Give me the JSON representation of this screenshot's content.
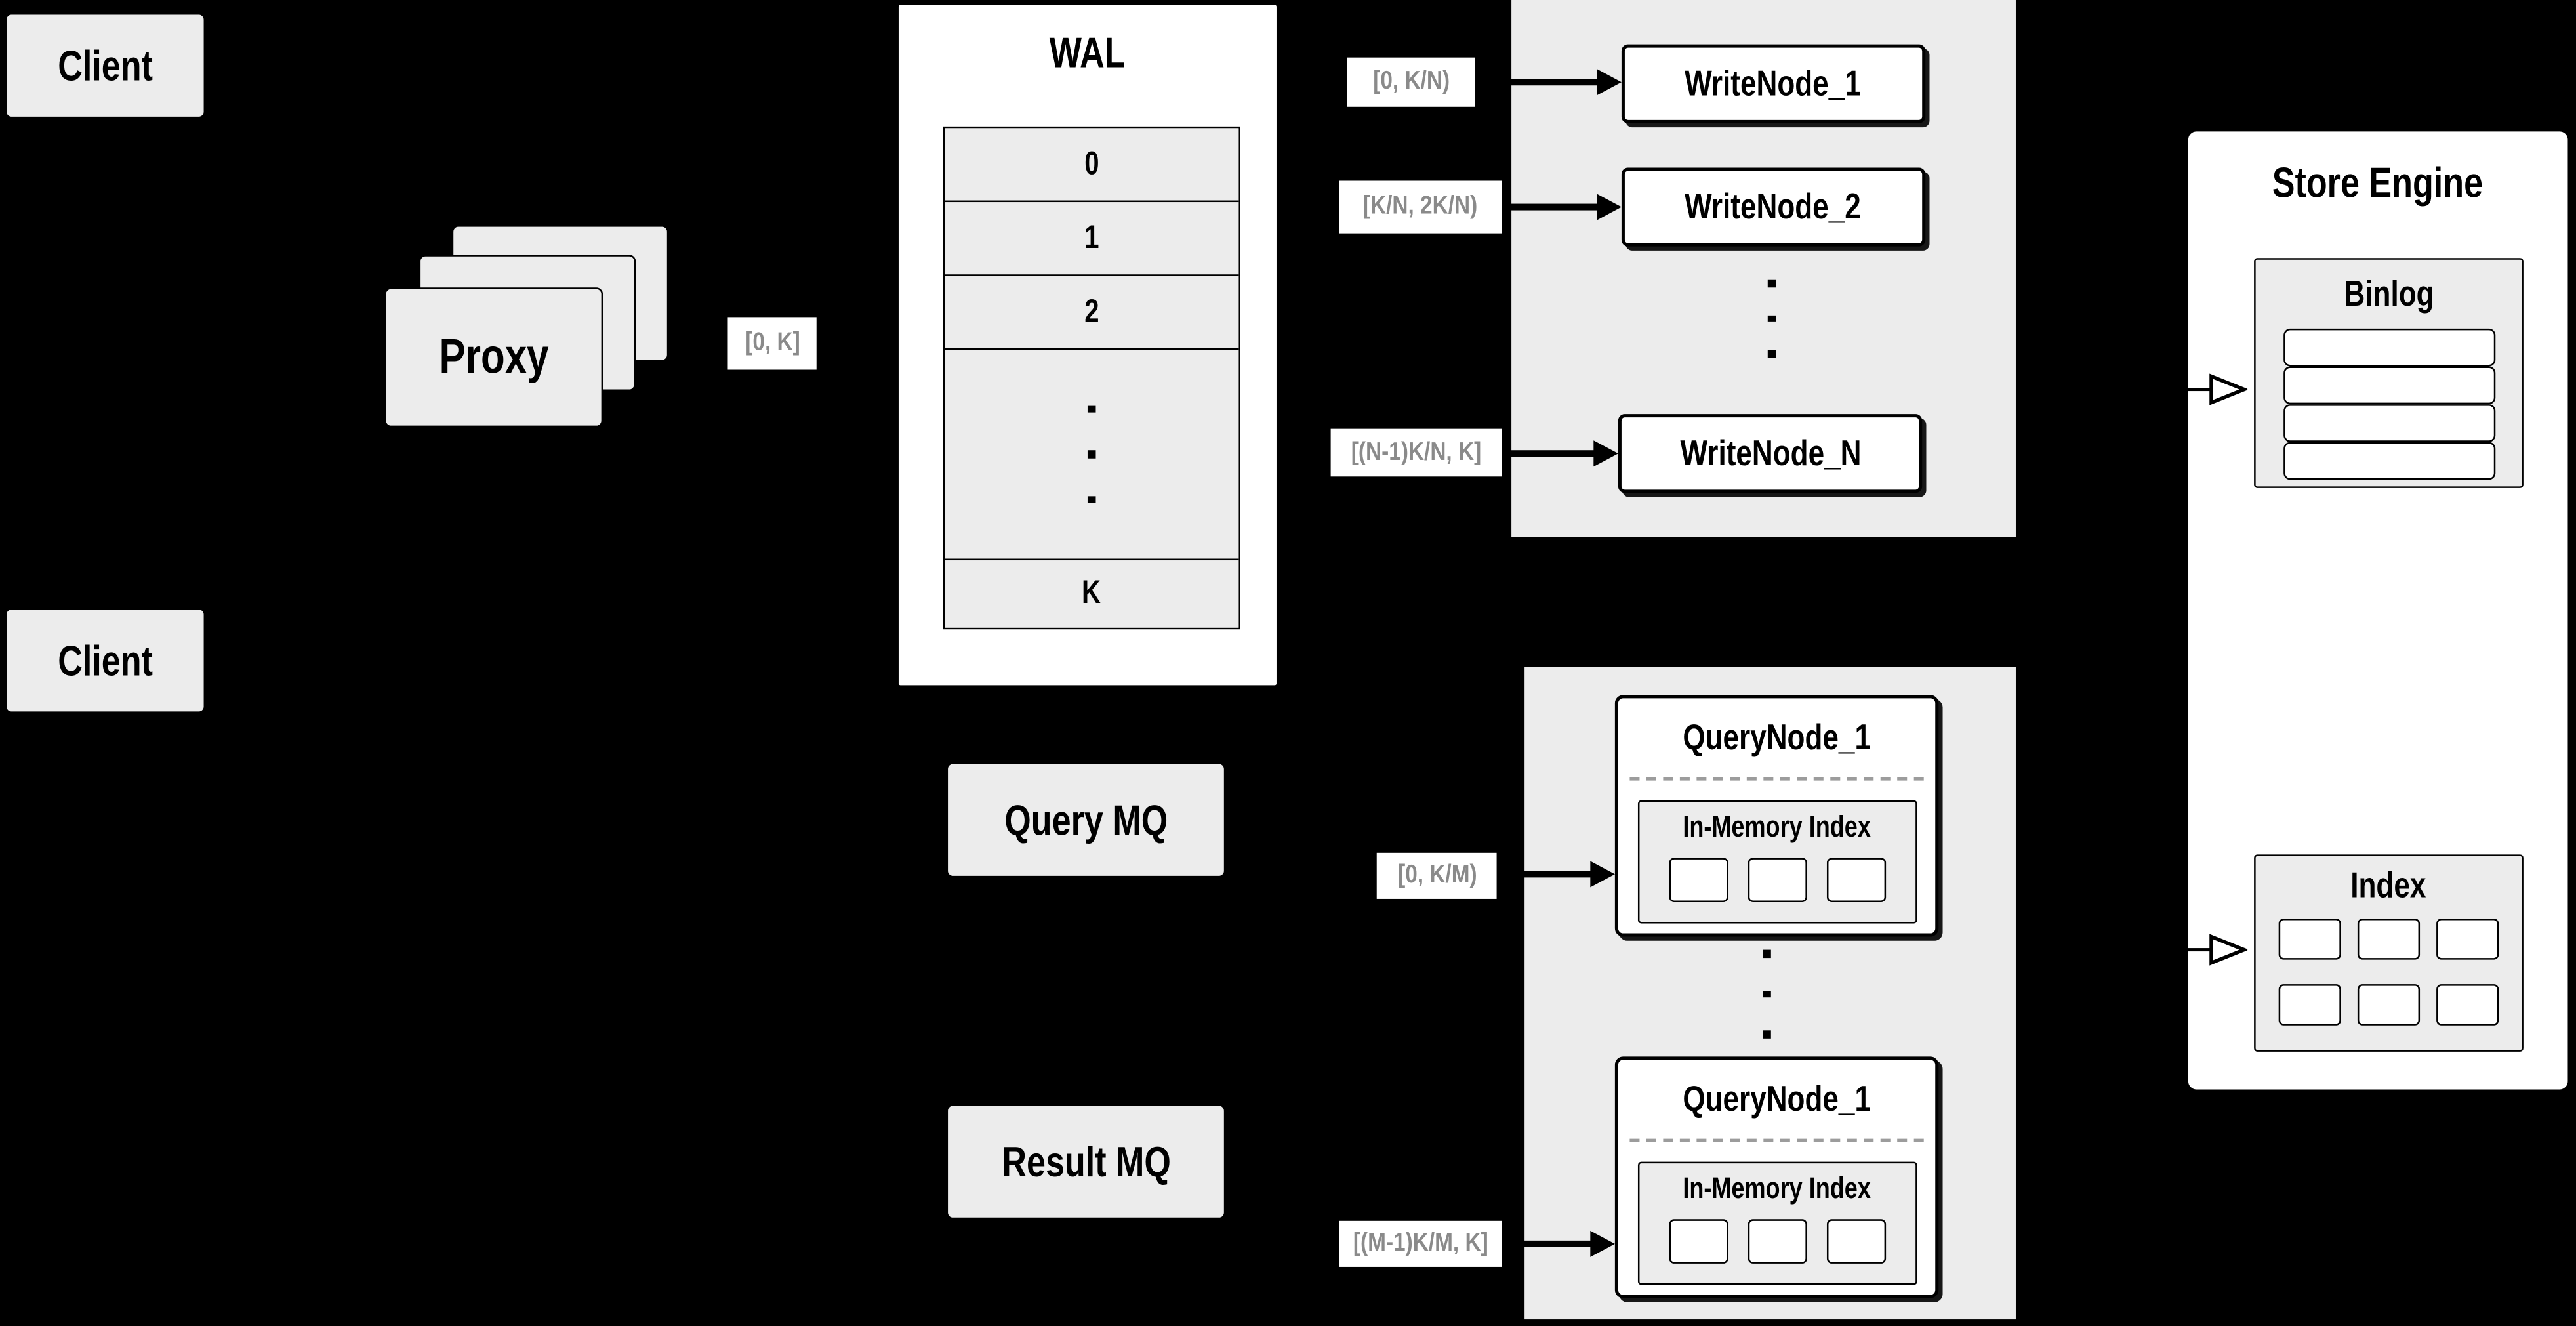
{
  "clients": {
    "top": "Client",
    "bottom": "Client"
  },
  "proxy": {
    "label": "Proxy"
  },
  "ranges": {
    "proxy_out": "[0, K]",
    "write_1": "[0, K/N)",
    "write_2": "[K/N, 2K/N)",
    "write_n": "[(N-1)K/N, K]",
    "query_1": "[0, K/M)",
    "query_m": "[(M-1)K/M, K]"
  },
  "wal": {
    "title": "WAL",
    "rows": [
      "0",
      "1",
      "2"
    ],
    "last_row": "K"
  },
  "write_nodes": [
    "WriteNode_1",
    "WriteNode_2",
    "WriteNode_N"
  ],
  "mq": {
    "query": "Query MQ",
    "result": "Result MQ"
  },
  "query_nodes": {
    "top_title": "QueryNode_1",
    "bottom_title": "QueryNode_1",
    "inner_title": "In-Memory Index"
  },
  "store_engine": {
    "title": "Store Engine",
    "binlog": "Binlog",
    "index": "Index"
  },
  "colors": {
    "background": "#000000",
    "box_fill": "#ececec",
    "node_fill": "#ffffff",
    "border": "#000000",
    "muted_text": "#8a8a8a"
  }
}
